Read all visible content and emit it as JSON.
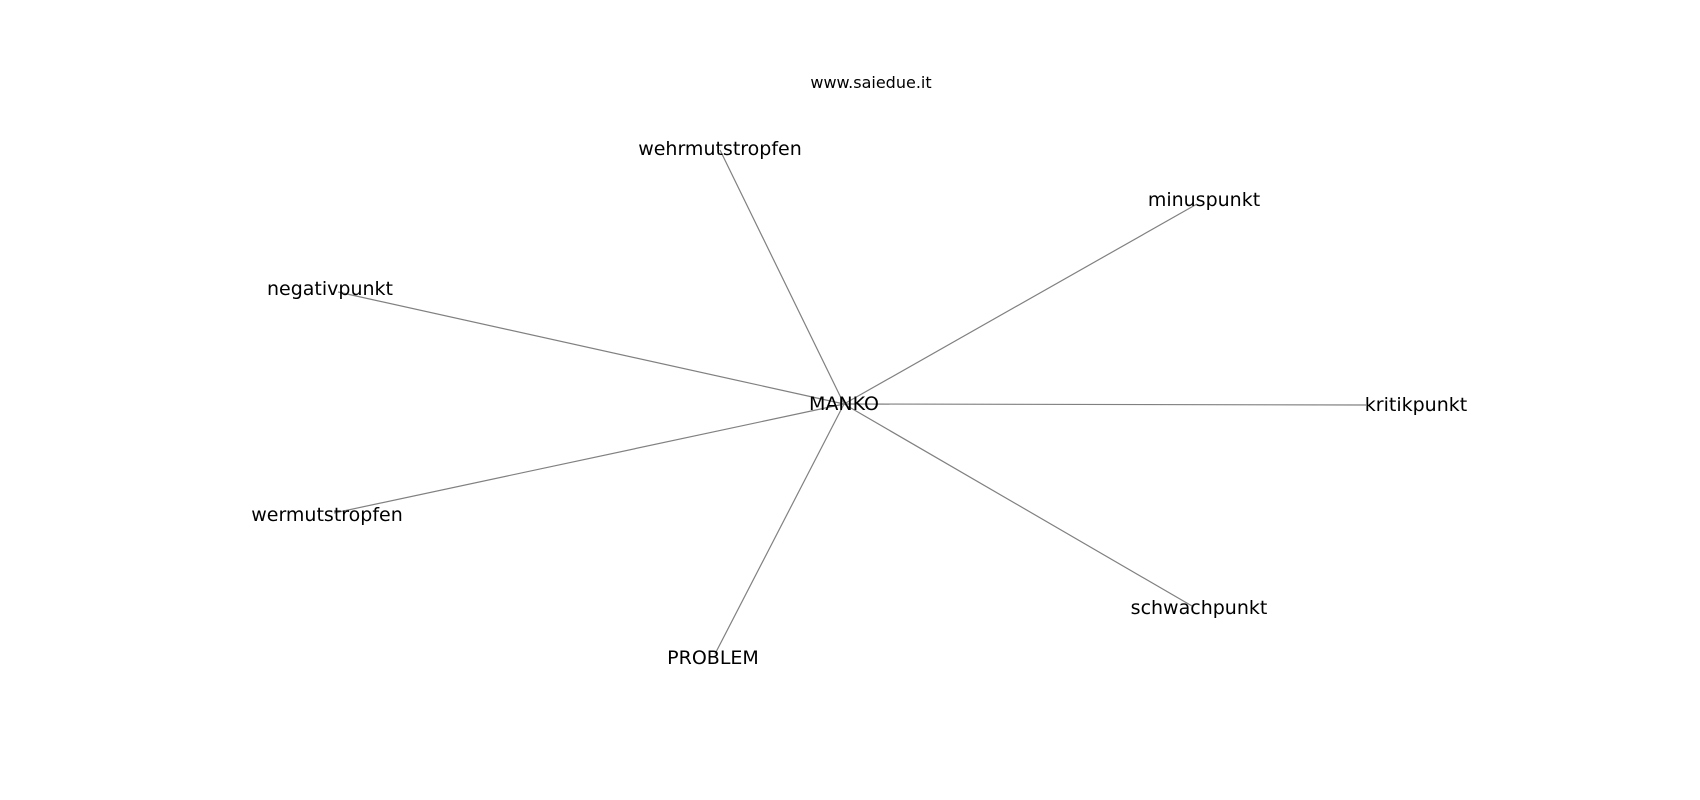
{
  "watermark": "www.saiedue.it",
  "graph": {
    "center": {
      "label": "MANKO"
    },
    "neighbors": [
      {
        "id": "wehrmutstropfen",
        "label": "wehrmutstropfen"
      },
      {
        "id": "minuspunkt",
        "label": "minuspunkt"
      },
      {
        "id": "negativpunkt",
        "label": "negativpunkt"
      },
      {
        "id": "kritikpunkt",
        "label": "kritikpunkt"
      },
      {
        "id": "wermutstropfen",
        "label": "wermutstropfen"
      },
      {
        "id": "schwachpunkt",
        "label": "schwachpunkt"
      },
      {
        "id": "problem",
        "label": "PROBLEM"
      }
    ]
  },
  "colors": {
    "edge": "#808080",
    "text": "#000000",
    "background": "#ffffff"
  }
}
